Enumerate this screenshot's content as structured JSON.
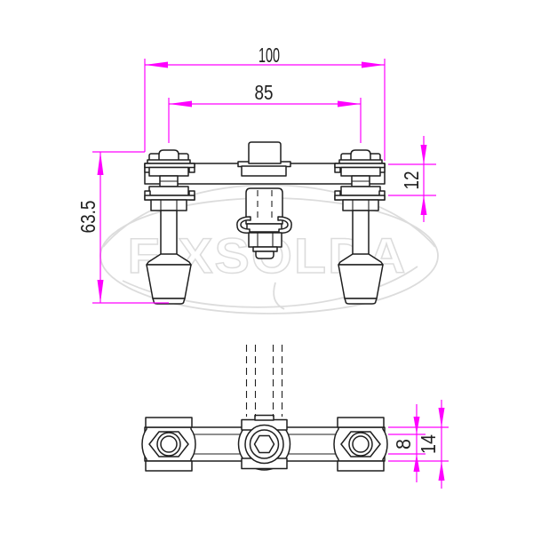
{
  "drawing": {
    "colors": {
      "background": "#ffffff",
      "line": "#1f1f1f",
      "dimension": "#ff00ff",
      "watermark": "#dcdcdc"
    },
    "watermark": {
      "text": "FIXSOLDA"
    },
    "front_view": {
      "dim_overall_width": "100",
      "dim_stud_spacing": "85",
      "dim_overall_height": "63.5",
      "dim_rail_height": "12"
    },
    "bottom_view": {
      "dim_inner_width": "8",
      "dim_outer_width": "14"
    }
  }
}
